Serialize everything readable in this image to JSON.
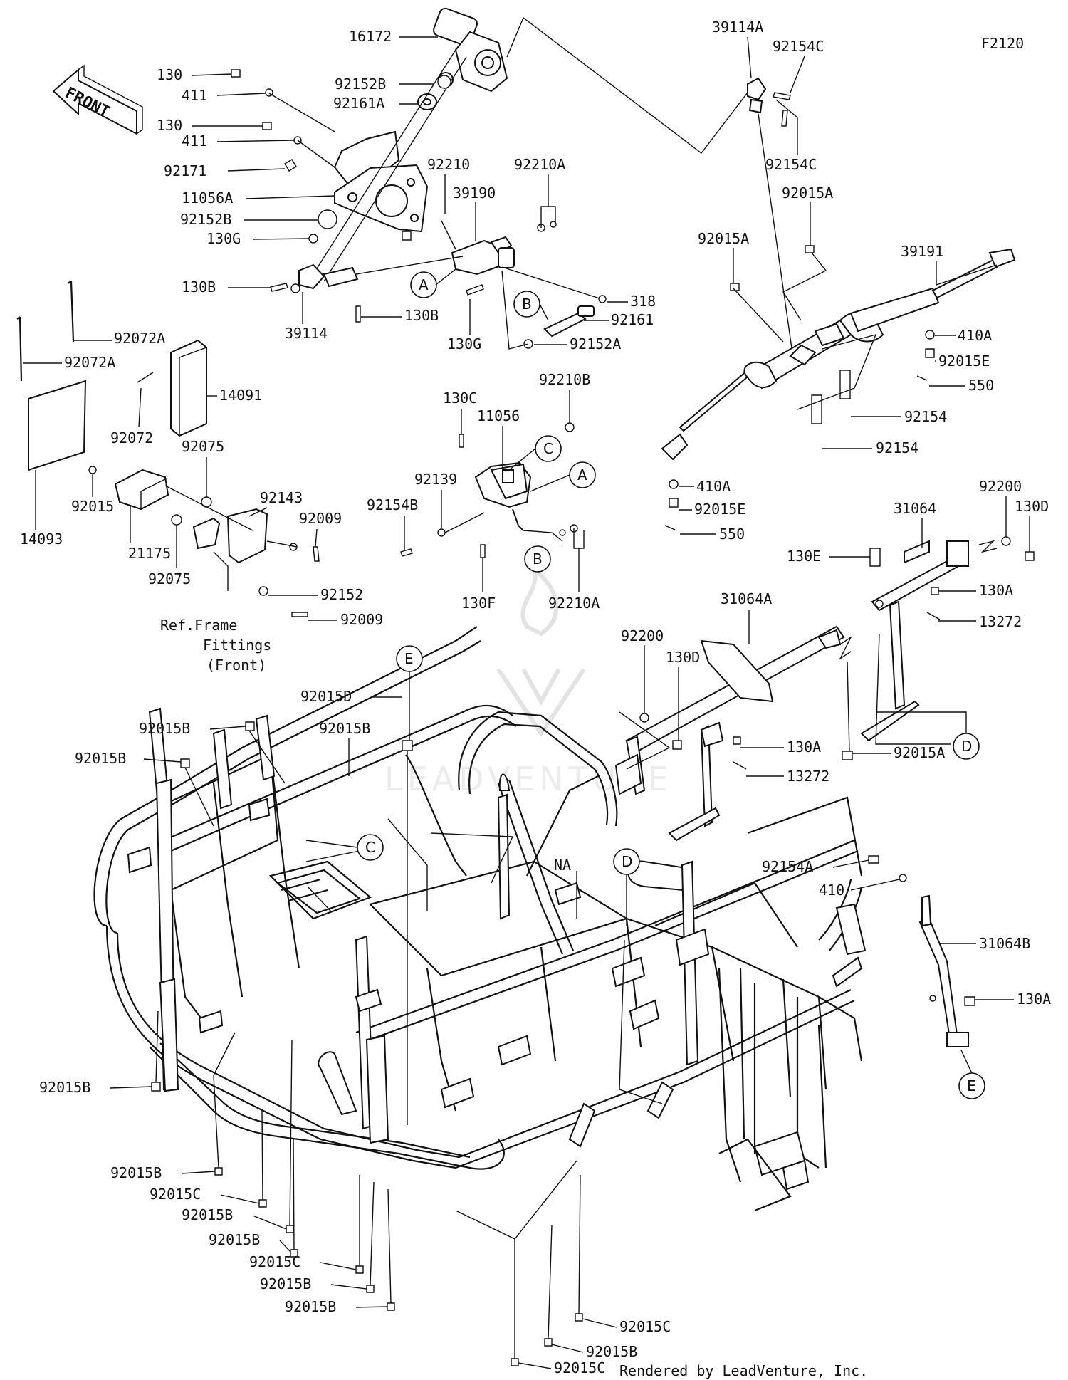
{
  "diagram_code": "F2120",
  "front_arrow_label": "FRONT",
  "credit": "Rendered by LeadVenture, Inc.",
  "watermark": "LEADVENTURE",
  "ref_note": [
    "Ref.Frame",
    "Fittings",
    "(Front)"
  ],
  "callouts": [
    "A",
    "B",
    "C",
    "D",
    "E"
  ],
  "part_labels": [
    "16172",
    "130",
    "411",
    "92152B",
    "92161A",
    "130",
    "411",
    "92171",
    "11056A",
    "92152B",
    "130G",
    "130B",
    "39114",
    "92210",
    "39190",
    "92210A",
    "130B",
    "130G",
    "318",
    "92161",
    "92152A",
    "39114A",
    "92154C",
    "92154C",
    "92015A",
    "92015A",
    "39191",
    "410A",
    "92015E",
    "550",
    "92154",
    "92154",
    "410A",
    "92015E",
    "550",
    "92072A",
    "92072A",
    "14091",
    "92072",
    "14093",
    "92015",
    "21175",
    "92075",
    "92075",
    "92143",
    "92009",
    "92152",
    "92009",
    "130C",
    "11056",
    "92210B",
    "92139",
    "92154B",
    "130F",
    "92210A",
    "92200",
    "130D",
    "31064",
    "130E",
    "130A",
    "13272",
    "31064A",
    "92200",
    "130D",
    "92015A",
    "130A",
    "13272",
    "92015D",
    "92015B",
    "92015B",
    "92015B",
    "92154A",
    "410",
    "31064B",
    "130A",
    "NA",
    "92015B",
    "92015B",
    "92015C",
    "92015B",
    "92015B",
    "92015C",
    "92015B",
    "92015B",
    "92015C",
    "92015B",
    "92015C"
  ]
}
